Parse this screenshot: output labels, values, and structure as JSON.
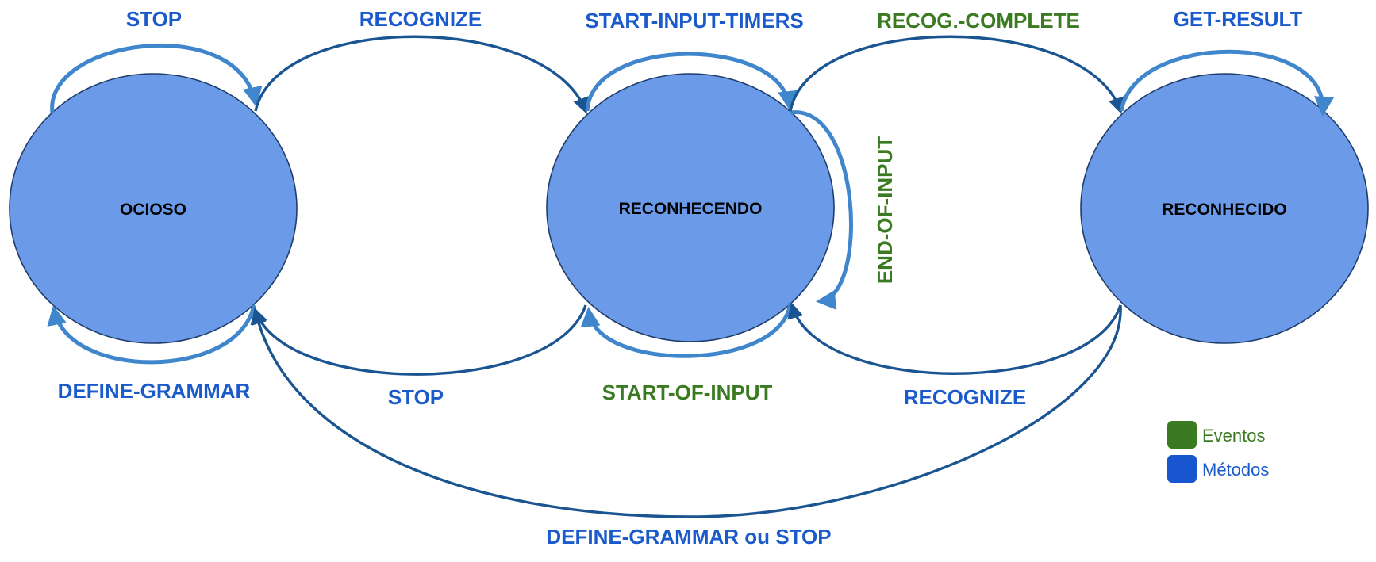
{
  "colors": {
    "state_fill": "#6b9be8",
    "method_text": "#1a5acb",
    "event_text": "#3a7a21",
    "legend_event_swatch": "#3a7a21",
    "legend_method_swatch": "#1856d0",
    "edge_dark": "#1b5591",
    "edge_light": "#3f86cc"
  },
  "states": {
    "idle": "OCIOSO",
    "recognizing": "RECONHECENDO",
    "recognized": "RECONHECIDO"
  },
  "transitions": {
    "idle_stop": "STOP",
    "idle_define_grammar": "DEFINE-GRAMMAR",
    "idle_to_recognizing": "RECOGNIZE",
    "recognizing_to_idle": "STOP",
    "recognizing_start_timers": "START-INPUT-TIMERS",
    "recognizing_start_of_input": "START-OF-INPUT",
    "recognizing_end_of_input": "END-OF-INPUT",
    "recognizing_to_recognized": "RECOG.-COMPLETE",
    "recognized_to_recognizing": "RECOGNIZE",
    "recognized_get_result": "GET-RESULT",
    "recognized_to_idle_a": "DEFINE-GRAMMAR",
    "recognized_to_idle_or": " ou ",
    "recognized_to_idle_b": "STOP"
  },
  "legend": {
    "events": "Eventos",
    "methods": "Métodos"
  }
}
